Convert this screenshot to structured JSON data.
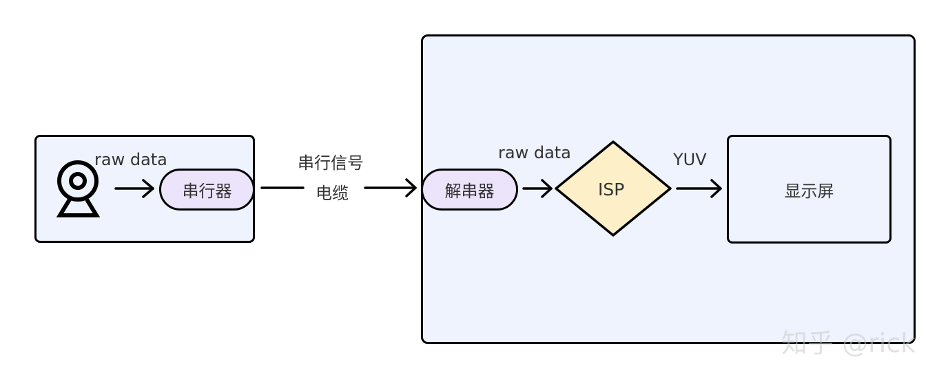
{
  "nodes": {
    "serializer": "串行器",
    "deserializer": "解串器",
    "isp": "ISP",
    "display": "显示屏"
  },
  "labels": {
    "raw_data_camera": "raw data",
    "serial_signal": "串行信号",
    "cable": "电缆",
    "raw_data_receiver": "raw data",
    "yuv": "YUV"
  },
  "icons": {
    "camera": "webcam-icon"
  },
  "colors": {
    "group_fill": "#eef3fd",
    "pill_fill": "#ece4fb",
    "isp_fill": "#fdefc8",
    "stroke": "#000000"
  },
  "watermark": "知乎 @rick"
}
